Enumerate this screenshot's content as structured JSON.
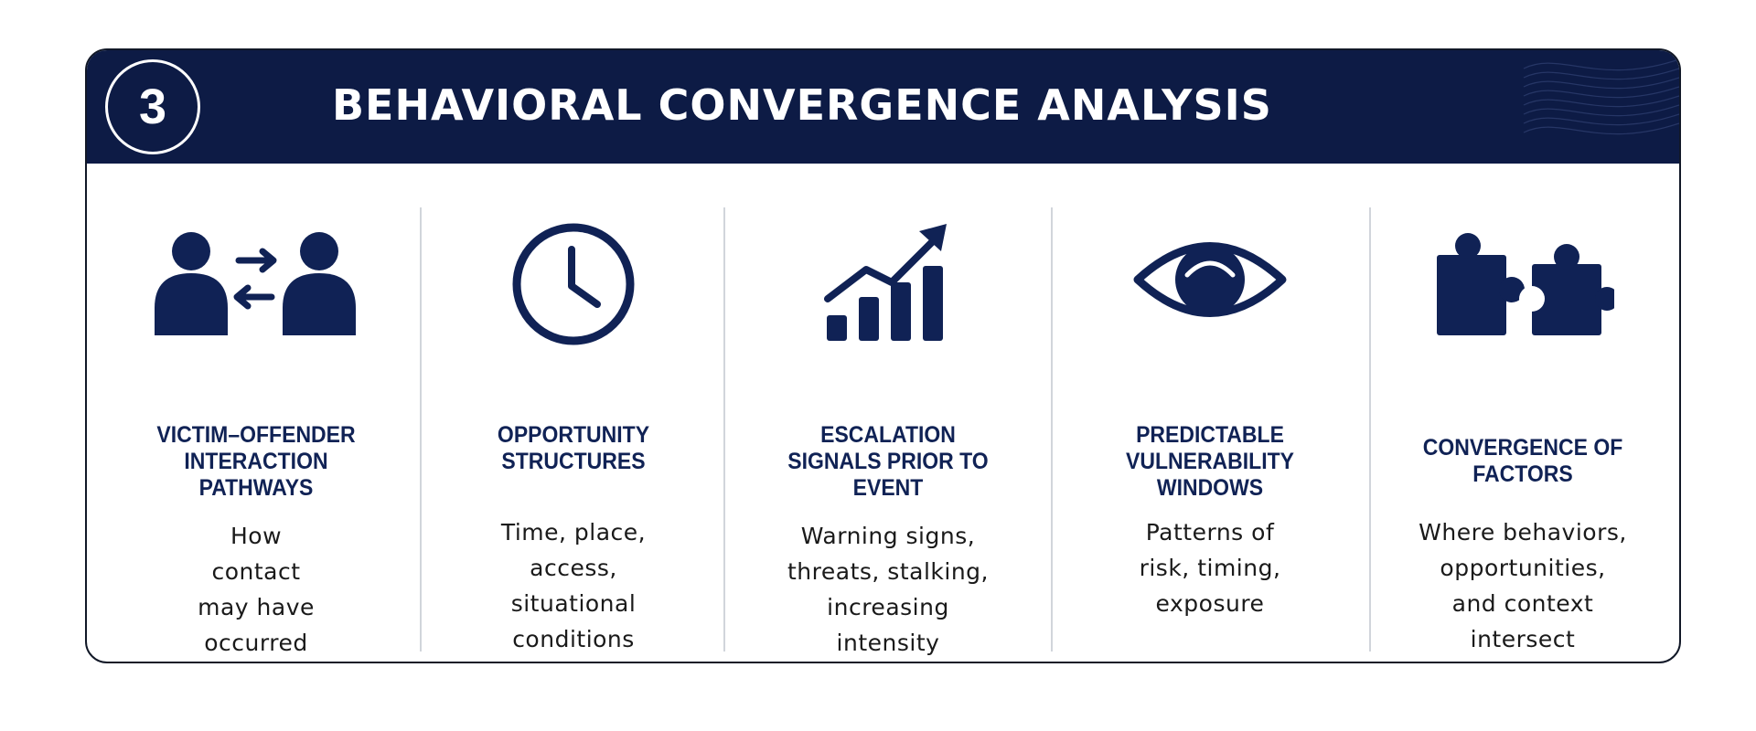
{
  "banner": {
    "step_number": "3",
    "title": "BEHAVIORAL CONVERGENCE ANALYSIS"
  },
  "colors": {
    "navy": "#0d1b45",
    "icon_navy": "#102255",
    "divider": "#d1d5db"
  },
  "columns": [
    {
      "icon": "people-exchange-icon",
      "title": "VICTIM–OFFENDER\nINTERACTION\nPATHWAYS",
      "description": "How\ncontact\nmay have\noccurred"
    },
    {
      "icon": "clock-icon",
      "title": "OPPORTUNITY\nSTRUCTURES",
      "description": "Time, place,\naccess,\nsituational\nconditions"
    },
    {
      "icon": "trend-up-chart-icon",
      "title": "ESCALATION\nSIGNALS PRIOR TO\nEVENT",
      "description": "Warning signs,\nthreats, stalking,\nincreasing\nintensity"
    },
    {
      "icon": "eye-icon",
      "title": "PREDICTABLE\nVULNERABILITY\nWINDOWS",
      "description": "Patterns of\nrisk, timing,\nexposure"
    },
    {
      "icon": "puzzle-pieces-icon",
      "title": "CONVERGENCE OF\nFACTORS",
      "description": "Where behaviors,\nopportunities,\nand context\nintersect"
    }
  ]
}
